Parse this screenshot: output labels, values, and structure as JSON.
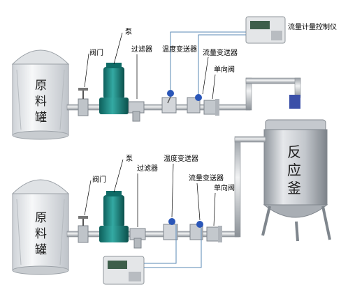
{
  "tank_label": [
    "原",
    "料",
    "罐"
  ],
  "reactor_label": [
    "反",
    "应",
    "釜"
  ],
  "line_top": {
    "pump": "泵",
    "valve": "阀门",
    "filter": "过滤器",
    "temp_transmitter": "温度变送器",
    "flow_transmitter": "流量变送器",
    "check_valve": "单向阀",
    "controller": "流量计量控制仪"
  },
  "line_bottom": {
    "pump": "泵",
    "valve": "阀门",
    "filter": "过滤器",
    "temp_transmitter": "温度变送器",
    "flow_transmitter": "流量变送器",
    "check_valve": "单向阀"
  },
  "colors": {
    "pipe": "#c9ccd1",
    "pump": "#1f8f8a",
    "blue_valve": "#2a56b8",
    "tank": "#e9ebed",
    "steel": "#b9bec4",
    "signal_line": "#5a88b5"
  }
}
